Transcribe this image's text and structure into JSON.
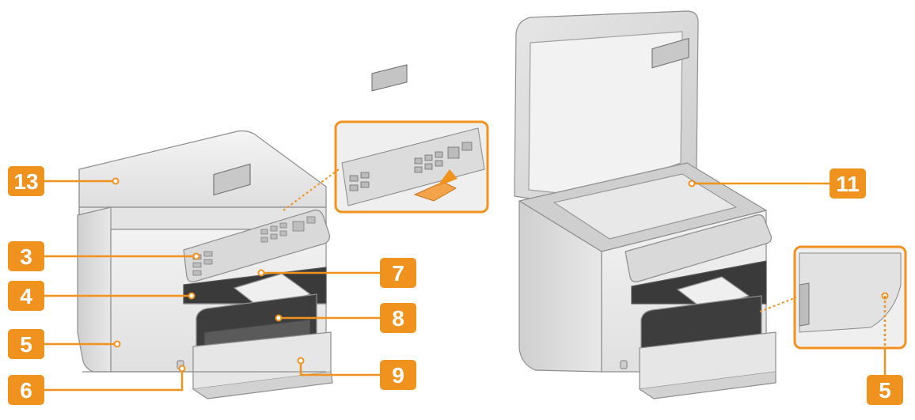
{
  "callouts": [
    {
      "id": "c13",
      "number": "13",
      "target": "scanner-cover"
    },
    {
      "id": "c3",
      "number": "3",
      "target": "operation-panel"
    },
    {
      "id": "c4",
      "number": "4",
      "target": "output-tray"
    },
    {
      "id": "c5a",
      "number": "5",
      "target": "ventilation-slots"
    },
    {
      "id": "c6",
      "number": "6",
      "target": "power-switch"
    },
    {
      "id": "c7",
      "number": "7",
      "target": "paper-stopper"
    },
    {
      "id": "c8",
      "number": "8",
      "target": "paper-guides"
    },
    {
      "id": "c9",
      "number": "9",
      "target": "dust-cover"
    },
    {
      "id": "c11",
      "number": "11",
      "target": "platen-glass"
    },
    {
      "id": "c5b",
      "number": "5",
      "target": "ventilation-slots-detail"
    }
  ],
  "colors": {
    "callout": "#f0921e",
    "leader": "#f0921e",
    "body": "#e9e9e9",
    "body_dark": "#c9c9c9",
    "outline": "#9a9a9a",
    "panel": "#d8d8d8",
    "glass": "#dcdcdc"
  }
}
